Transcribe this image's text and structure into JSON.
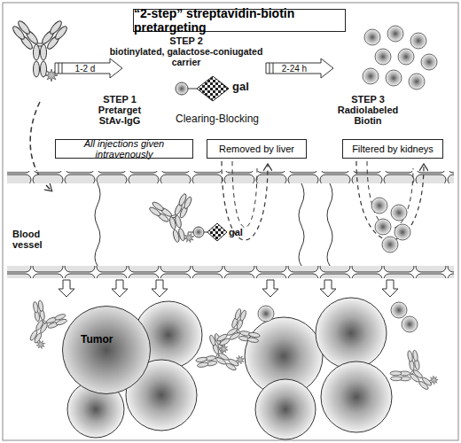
{
  "diagram": {
    "title": "“2-step” streptavidin-biotin pretargeting",
    "nodes": [
      {
        "text": [
          "All injections given intravenously"
        ]
      },
      {
        "text": [
          "Removed by liver"
        ]
      },
      {
        "text": [
          "Filtered by kidneys"
        ]
      },
      {
        "text": [
          "Tumor"
        ]
      }
    ],
    "labels": [
      "STEP 2",
      "biotinylated, galactose-coniugated carrier",
      "1-2 d",
      "2-24 h",
      "gal",
      "Clearing-Blocking",
      "STEP 1",
      "Pretarget StAv-IgG",
      "STEP 3",
      "Radiolabeled Biotin",
      "Blood vessel",
      "gal"
    ]
  }
}
